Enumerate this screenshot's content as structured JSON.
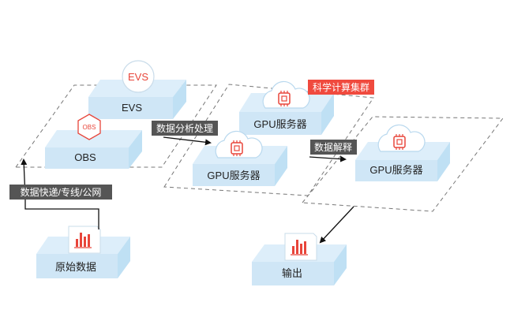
{
  "blocks": {
    "evs": "EVS",
    "obs": "OBS",
    "gpu_top": "GPU服务器",
    "gpu_mid": "GPU服务器",
    "gpu_right": "GPU服务器",
    "raw_data": "原始数据",
    "output": "输出"
  },
  "badges": {
    "evs": "EVS",
    "obs": "OBS"
  },
  "tags": {
    "express": "数据快递/专线/公网",
    "analysis": "数据分析处理",
    "interpret": "数据解释",
    "cluster": "科学计算集群"
  },
  "colors": {
    "block_top": "#ddeefa",
    "block_side": "#bfe0f4",
    "block_front": "#cfe6f6",
    "tag_dark": "#555555",
    "tag_red": "#f04a3e",
    "icon_red": "#e8453a",
    "cloud_stroke": "#b8d8ee"
  },
  "icons": [
    "cloud-chip-icon",
    "bar-chart-icon",
    "hexagon-badge-icon",
    "circle-badge-icon"
  ]
}
